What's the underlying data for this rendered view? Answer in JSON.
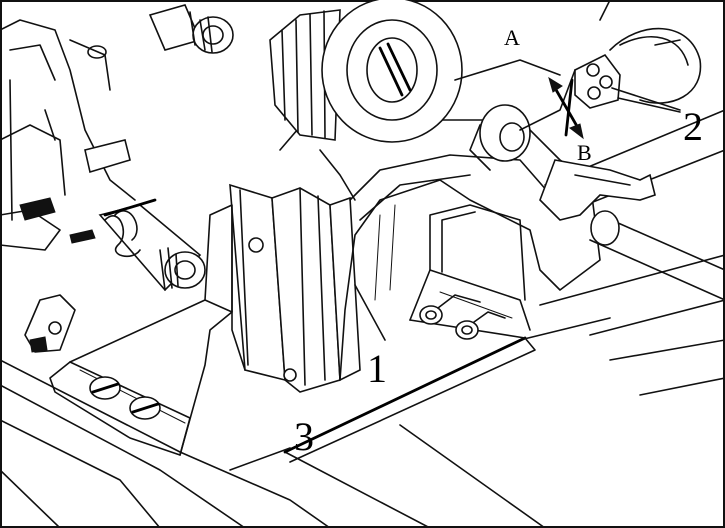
{
  "callouts": {
    "part_1": "1",
    "part_2": "2",
    "part_3": "3",
    "position_a": "A",
    "position_b": "B"
  },
  "colors": {
    "line": "#111111",
    "background": "#ffffff"
  }
}
